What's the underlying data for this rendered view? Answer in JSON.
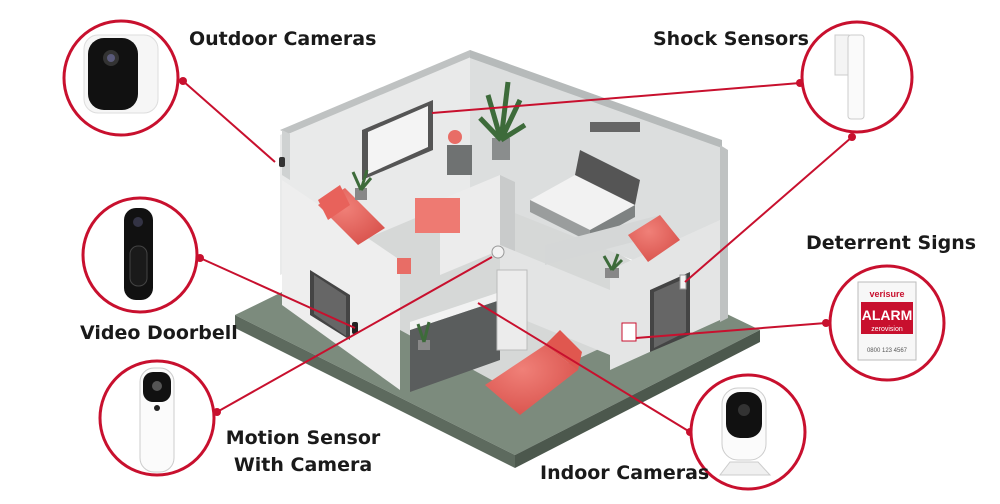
{
  "accent_color": "#c8102e",
  "labels": {
    "outdoor_cameras": "Outdoor Cameras",
    "shock_sensors": "Shock Sensors",
    "deterrent_signs": "Deterrent Signs",
    "video_doorbell": "Video Doorbell",
    "motion_sensor_line1": "Motion Sensor",
    "motion_sensor_line2": "With Camera",
    "indoor_cameras": "Indoor Cameras"
  },
  "sign": {
    "brand": "verisure",
    "alarm": "ALARM",
    "sub": "zerovision",
    "footer": "0800 123 4567"
  },
  "icons": [
    "outdoor-camera-icon",
    "shock-sensor-icon",
    "deterrent-sign-icon",
    "video-doorbell-icon",
    "motion-sensor-camera-icon",
    "indoor-camera-icon"
  ]
}
